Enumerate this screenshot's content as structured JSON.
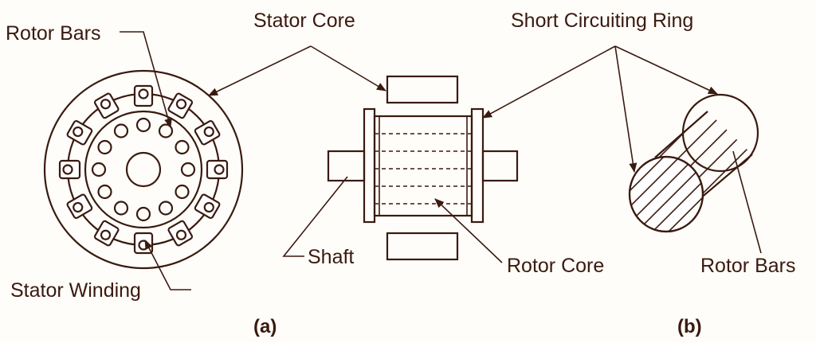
{
  "labels": {
    "stator_core": "Stator Core",
    "short_circuiting_ring": "Short Circuiting Ring",
    "rotor_bars_a": "Rotor Bars",
    "stator_winding": "Stator Winding",
    "shaft": "Shaft",
    "rotor_core": "Rotor Core",
    "rotor_bars_b": "Rotor Bars"
  },
  "captions": {
    "a": "(a)",
    "b": "(b)"
  },
  "colors": {
    "ink": "#3a1a10",
    "background": "#fffdf9"
  }
}
